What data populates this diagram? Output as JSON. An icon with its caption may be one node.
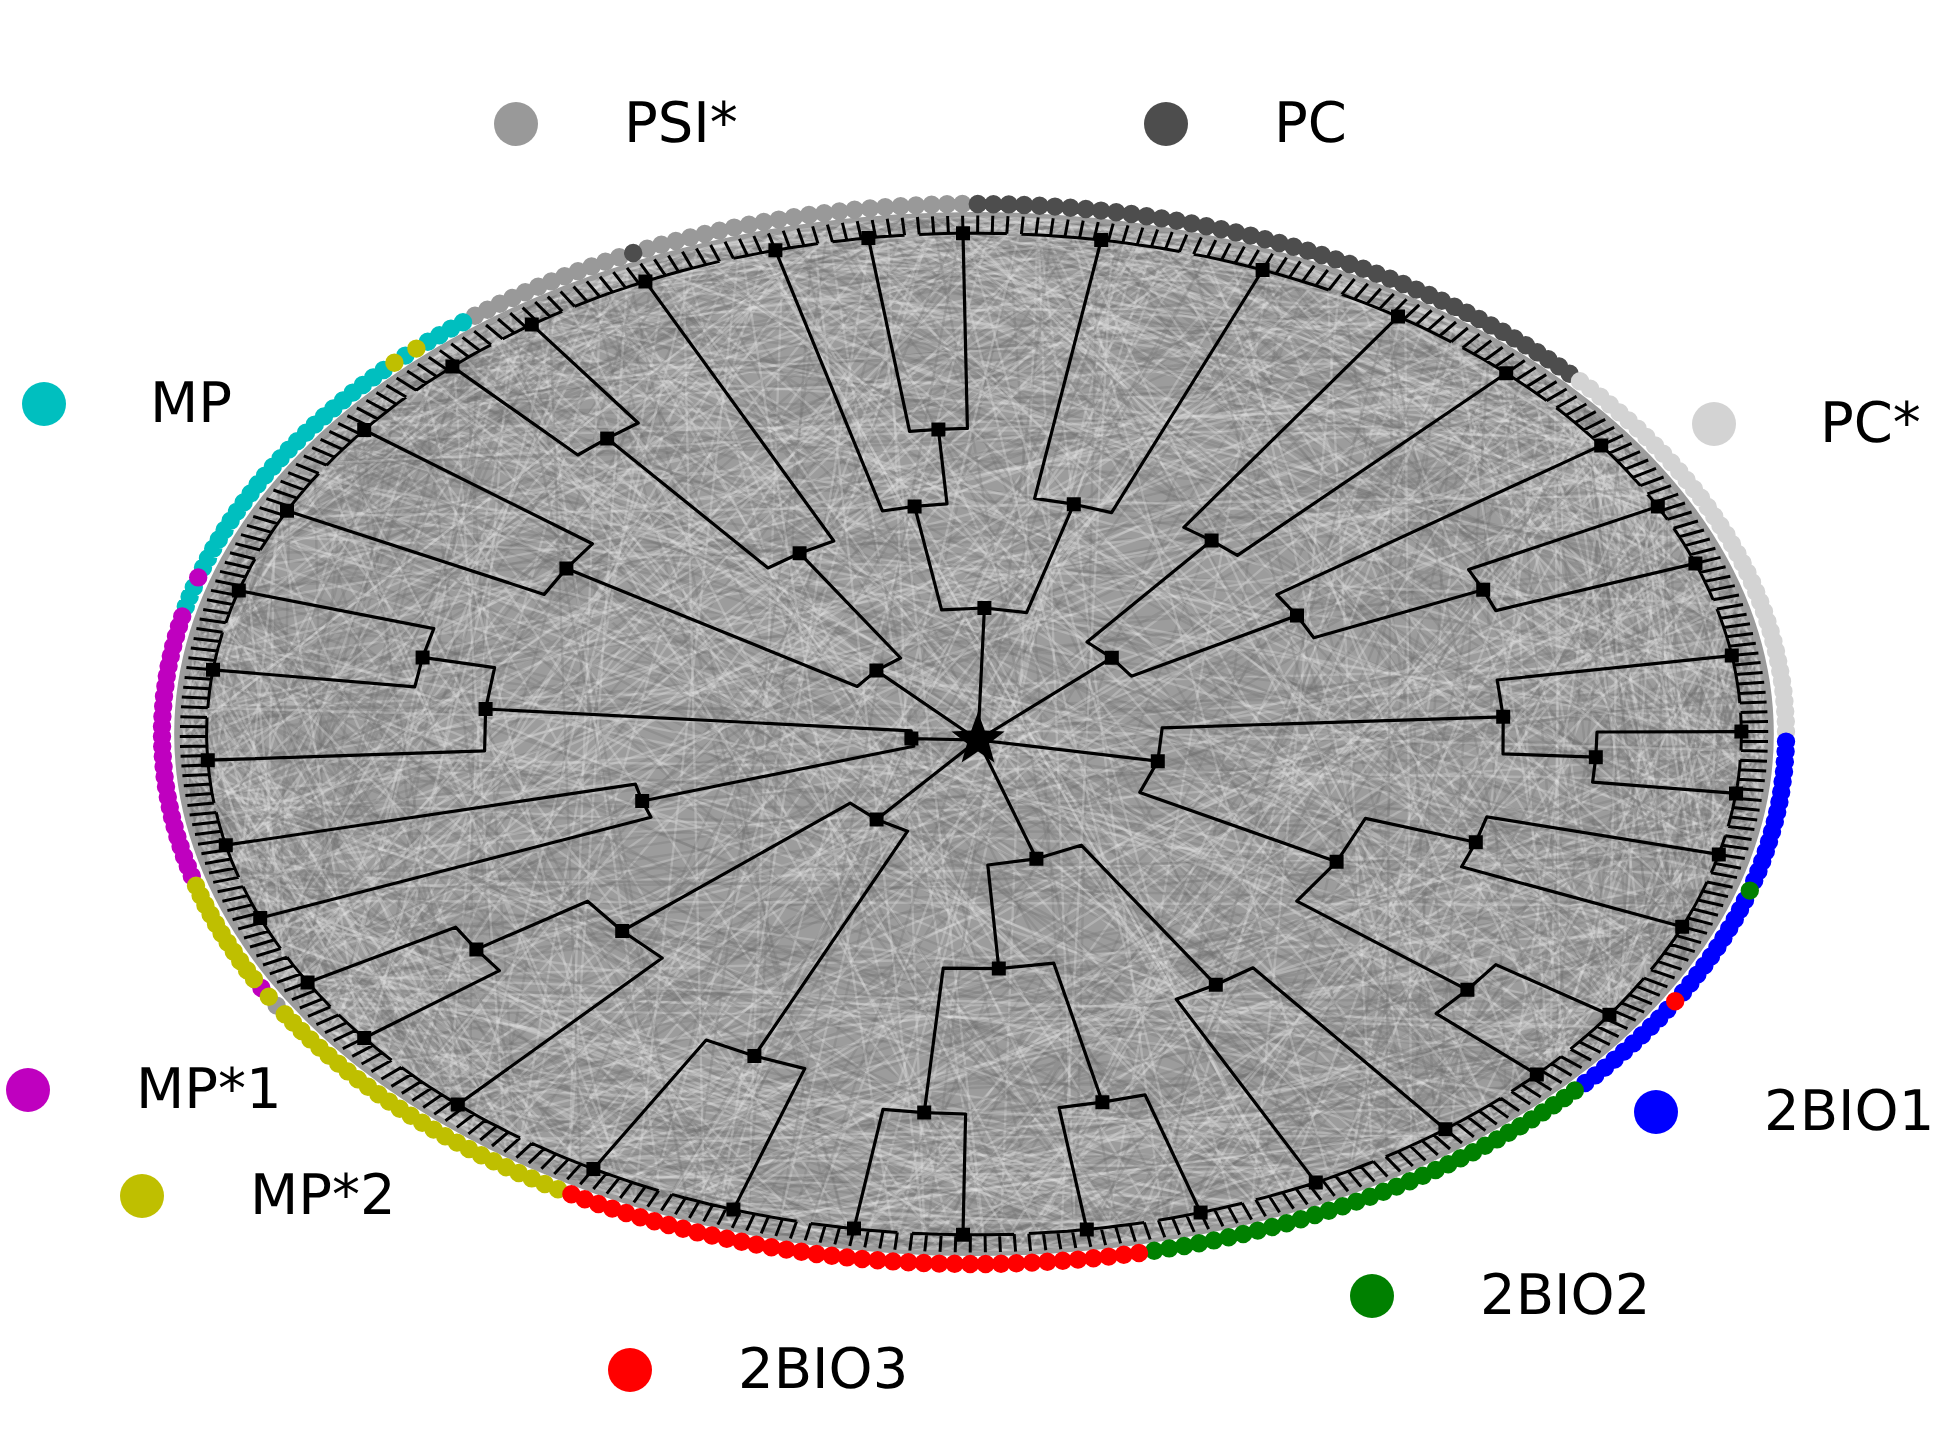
{
  "diagram": {
    "legend": [
      {
        "text": "PSI*",
        "color": "#999999"
      },
      {
        "text": "PC",
        "color": "#4d4d4d"
      },
      {
        "text": "MP",
        "color": "#00bfbf"
      },
      {
        "text": "PC*",
        "color": "#d3d3d3"
      },
      {
        "text": "MP*1",
        "color": "#bf00bf"
      },
      {
        "text": "2BIO1",
        "color": "#0000ff"
      },
      {
        "text": "MP*2",
        "color": "#bfbf00"
      },
      {
        "text": "2BIO2",
        "color": "#008000"
      },
      {
        "text": "2BIO3",
        "color": "#ff0000"
      }
    ]
  }
}
